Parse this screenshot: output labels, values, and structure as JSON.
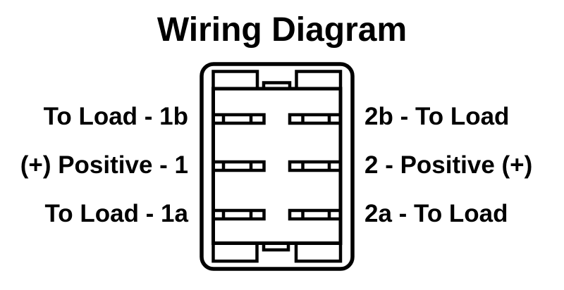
{
  "title": "Wiring Diagram",
  "colors": {
    "line": "#000000",
    "background": "#ffffff",
    "text": "#000000"
  },
  "diagram": {
    "component_icon": "rocker-switch-connector-rear-view-icon",
    "terminal_rows": 3,
    "terminals_per_row": 2,
    "rows": [
      {
        "left_label": "To Load - 1b",
        "right_label": "2b - To Load"
      },
      {
        "left_label": "(+) Positive - 1",
        "right_label": "2 - Positive (+)"
      },
      {
        "left_label": "To Load - 1a",
        "right_label": "2a - To Load"
      }
    ]
  }
}
